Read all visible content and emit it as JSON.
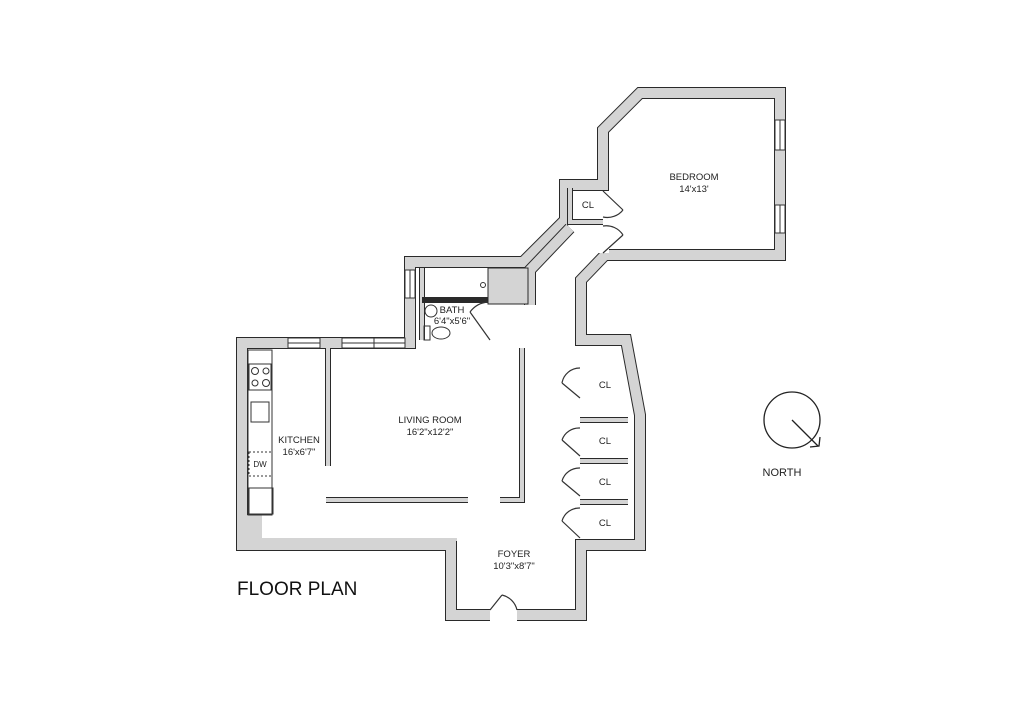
{
  "title": "FLOOR PLAN",
  "rooms": {
    "bedroom": {
      "name": "BEDROOM",
      "size": "14'x13'"
    },
    "bedroom_closet": {
      "name": "CL"
    },
    "bath": {
      "name": "BATH",
      "size": "6'4\"x5'6\""
    },
    "living": {
      "name": "LIVING ROOM",
      "size": "16'2\"x12'2\""
    },
    "kitchen": {
      "name": "KITCHEN",
      "size": "16'x6'7\""
    },
    "dishwasher": "DW",
    "foyer": {
      "name": "FOYER",
      "size": "10'3\"x8'7\""
    },
    "closets": [
      "CL",
      "CL",
      "CL",
      "CL"
    ]
  },
  "compass": {
    "label": "NORTH"
  },
  "colors": {
    "wall": "#d4d4d4",
    "outline": "#2a2a2a"
  }
}
